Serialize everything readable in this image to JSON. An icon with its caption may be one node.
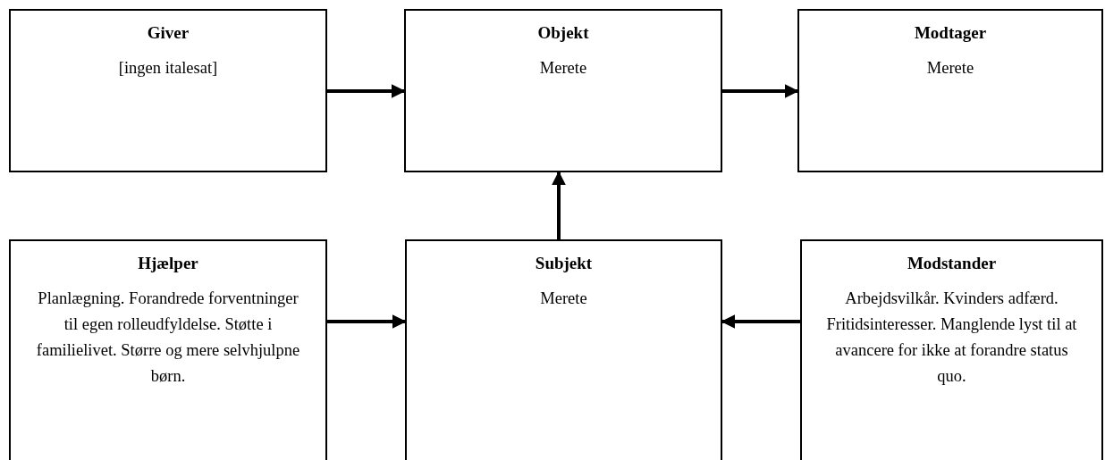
{
  "diagram": {
    "nodes": [
      {
        "text": [
          "Giver",
          "[ingen italesat]"
        ]
      },
      {
        "text": [
          "Objekt",
          "Merete"
        ]
      },
      {
        "text": [
          "Modtager",
          "Merete"
        ]
      },
      {
        "text": [
          "Hjælper",
          "Planlægning. Forandrede forventninger til egen rolleudfyldelse. Støtte i familielivet. Større og mere selvhjulpne børn."
        ]
      },
      {
        "text": [
          "Subjekt",
          "Merete"
        ]
      },
      {
        "text": [
          "Modstander",
          "Arbejdsvilkår. Kvinders adfærd. Fritidsinteresser. Manglende lyst til at avancere for ikke at forandre status quo."
        ]
      }
    ],
    "edges": [
      {
        "from": 0,
        "to": 1,
        "arrow": "to"
      },
      {
        "from": 1,
        "to": 2,
        "arrow": "to"
      },
      {
        "from": 4,
        "to": 1,
        "arrow": "to"
      },
      {
        "from": 3,
        "to": 4,
        "arrow": "to"
      },
      {
        "from": 5,
        "to": 4,
        "arrow": "to"
      }
    ]
  }
}
